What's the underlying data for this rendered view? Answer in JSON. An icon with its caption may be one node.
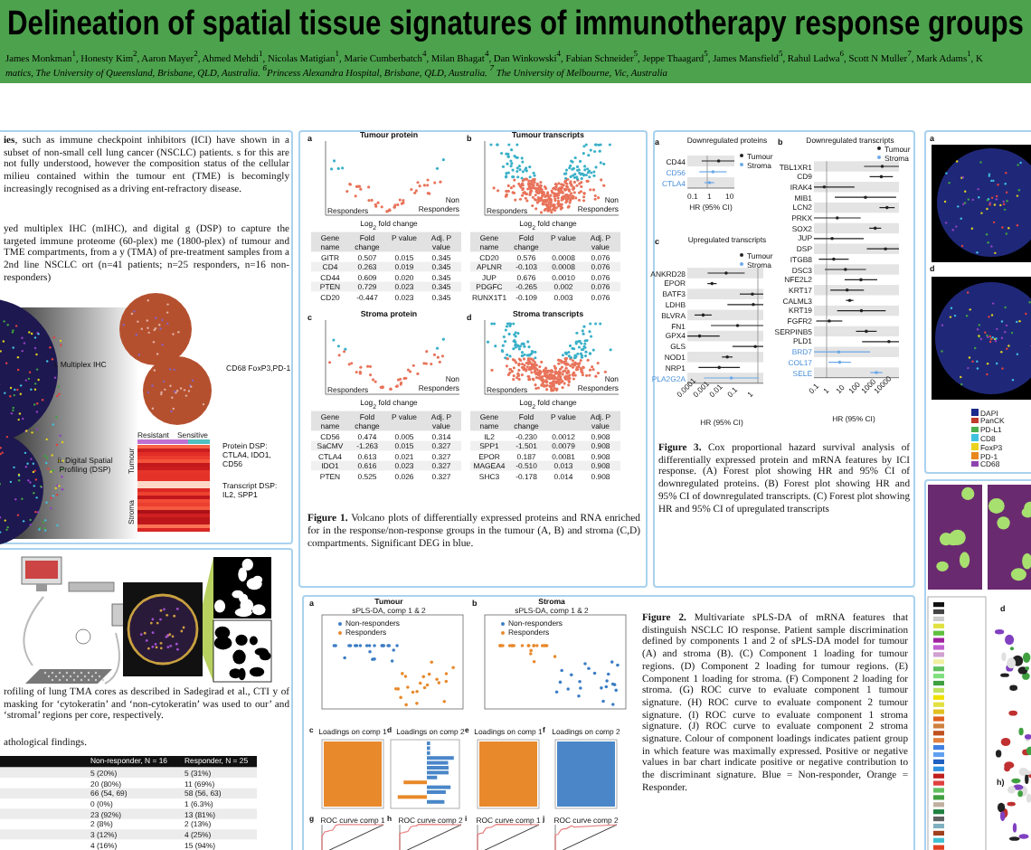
{
  "diagram": {
    "title": "Delineation of spatial tissue signatures of immunotherapy response groups",
    "labels": [
      "James Monkman$^{1}$, Honesty Kim$^{2}$, Aaron Mayer$^{2}$, Ahmed Mehdi$^{1}$, Nicolas Matigian$^{1}$, Marie Cumberbatch$^{4}$, Milan Bhagat$^{4}$, Dan Winkowski$^{4}$, Fabian Schneider$^{5}$, Jeppe Thaagard$^{5}$, James Mansfield$^{5}$, Rahul Ladwa$^{6}$, Scott N Muller$^{7}$, Mark Adams$^{1}$, K",
      "matics, The University of Queensland, Brisbane, QLD, Australia. $^{6}$Princess Alexandra Hospital, Brisbane, QLD, Australia. $^{7}$ The University of Melbourne, Vic, Australia"
    ],
    "nodes": [
      {
        "text": [
          "**ies**, such as immune checkpoint inhibitors (ICI) have shown in a subset of non-small cell lung cancer (NSCLC) patients. s for this are not fully understood, however the composition status of the cellular milieu contained within the tumour ent (TME) is becomingly increasingly recognised as a driving ent-refractory disease.",
          "yed multiplex IHC (mIHC), and digital g (DSP) to capture the targeted immune proteome (60-plex) me (1800-plex) of tumour and TME compartments, from a y (TMA) of pre-treatment samples from a 2nd line NSCLC ort (n=41 patients; n=25 responders, n=16 non-responders)",
          "i. Multiplex IHC",
          "CD68 FoxP3,PD-1",
          "Resistant",
          "Sensitive",
          "ii. Digital Spatial Profiling (DSP)",
          "Protein DSP: CTLA4, IDO1, CD56",
          "Transcript DSP: IL2, SPP1",
          "Tumour",
          "Stroma"
        ]
      },
      {
        "text": [
          "rofiling of lung TMA cores as described in Sadegirad et al., CTI y of masking for ‘cytokeratin’ and ‘non-cytokeratin’ was used to our’ and ‘stromal’ regions per core, respectively.",
          "athological findings.",
          "Non-responder, N = 16",
          "Responder, N = 25",
          "5 (20%)",
          "5 (31%)",
          "20 (80%)",
          "11 (69%)",
          "66 (54, 69)",
          "58 (56, 63)",
          "0 (0%)",
          "1 (6.3%)",
          "23 (92%)",
          "13 (81%)",
          "2 (8%)",
          "2 (13%)",
          "3 (12%)",
          "4 (25%)",
          "4 (16%)",
          "15 (94%)"
        ]
      },
      {
        "text": [
          "a",
          "Tumour protein",
          "Responders",
          "Non Responders",
          "Log$_{2}$ fold change",
          "Gene name",
          "Fold change",
          "P value",
          "Adj. P value",
          "GITR",
          "0.507",
          "0.015",
          "0.345",
          "CD4",
          "0.263",
          "0.019",
          "0.345",
          "CD44",
          "0.609",
          "0.020",
          "0.345",
          "PTEN",
          "0.729",
          "0.023",
          "0.345",
          "CD20",
          "-0.447",
          "0.023",
          "0.345",
          "b",
          "Tumour transcripts",
          "Responders",
          "Non Responders",
          "Log$_{2}$ fold change",
          "Gene name",
          "Fold change",
          "P value",
          "Adj. P value",
          "CD20",
          "0.576",
          "0.0008",
          "0.076",
          "APLNR",
          "-0.103",
          "0.0008",
          "0.076",
          "JUP",
          "0.676",
          "0.0010",
          "0.076",
          "PDGFC",
          "-0.265",
          "0.002",
          "0.076",
          "RUNX1T1",
          "-0.109",
          "0.003",
          "0.076",
          "c",
          "Stroma protein",
          "Responders",
          "Non Responders",
          "Log$_{2}$ fold change",
          "Gene name",
          "Fold change",
          "P value",
          "Adj. P value",
          "CD56",
          "0.474",
          "0.005",
          "0.314",
          "SaCMV",
          "-1.263",
          "0.015",
          "0.327",
          "CTLA4",
          "0.613",
          "0.021",
          "0.327",
          "IDO1",
          "0.616",
          "0.023",
          "0.327",
          "PTEN",
          "0.525",
          "0.026",
          "0.327",
          "d",
          "Stroma transcripts",
          "Responders",
          "Non Responders",
          "Log$_{2}$ fold change",
          "Gene name",
          "Fold change",
          "P value",
          "Adj. P value",
          "IL2",
          "-0.230",
          "0.0012",
          "0.908",
          "SPP1",
          "-1.501",
          "0.0079",
          "0.908",
          "EPOR",
          "0.187",
          "0.0081",
          "0.908",
          "MAGEA4",
          "-0.510",
          "0.013",
          "0.908",
          "SHC3",
          "-0.178",
          "0.014",
          "0.908",
          "**Figure 1.** Volcano plots of differentially expressed proteins and RNA enriched for in the response/non-response groups in the tumour (A, B) and stroma (C,D) compartments. Significant DEG in blue."
        ]
      },
      {
        "text": [
          "a",
          "Downregulated proteins",
          "CD44",
          "CD56",
          "CTLA4",
          "0.1",
          "1",
          "10",
          "HR (95% CI)",
          "b",
          "Downregulated transcripts",
          "TBL1XR1",
          "CD9",
          "IRAK4",
          "MIB1",
          "LCN2",
          "PRKX",
          "SOX2",
          "JUP",
          "DSP",
          "ITGB8",
          "DSC3",
          "NFE2L2",
          "KRT17",
          "CALML3",
          "KRT19",
          "FGFR2",
          "SERPINB5",
          "PLD1",
          "BRD7",
          "COL17",
          "SELE",
          "0.1",
          "1",
          "10",
          "100",
          "1000",
          "10000",
          "HR (95% CI)",
          "c",
          "Upregulated transcripts",
          "ANKRD28",
          "EPOR",
          "BATF3",
          "LDHB",
          "BLVRA",
          "FN1",
          "GPX4",
          "GLS",
          "NOD1",
          "NRP1",
          "PLA2G2A",
          "0.0001",
          "0.001",
          "0.01",
          "0.1",
          "1",
          "HR (95% CI)",
          "**Figure 3.** Cox proportional hazard survival analysis of differentially expressed protein and mRNA features by ICI response. (A) Forest plot showing HR and 95% CI of downregulated proteins. (B) Forest plot showing HR and 95% CI of downregulated transcripts. (C) Forest plot showing HR and 95% CI of upregulated transcripts"
        ]
      },
      {
        "text": [
          "a",
          "Tumour",
          "sPLS-DA, comp 1 & 2",
          "b",
          "Stroma",
          "sPLS-DA, comp 1 & 2",
          "c",
          "Loadings on comp 1",
          "d",
          "Loadings on comp 2",
          "e",
          "Loadings on comp 1",
          "f",
          "Loadings on comp 2",
          "g",
          "ROC curve comp 1",
          "h",
          "ROC curve comp 2",
          "i",
          "ROC curve comp 1",
          "j",
          "ROC curve comp 2",
          "**Figure 2.** Multivariate sPLS-DA of mRNA features that distinguish NSCLC IO response. Patient sample discrimination defined by components 1 and 2 of sPLS-DA model for tumour (A) and stroma (B). (C) Component 1 loading for tumour regions. (D) Component 2 loading for tumour regions. (E) Component 1 loading for stroma. (F) Component 2 loading for stroma. (G) ROC curve to evaluate component 1 tumour signature. (H) ROC curve to evaluate component 2 tumour signature. (I) ROC curve to evaluate component 1 stroma signature. (J) ROC curve to evaluate component 2 stroma signature. Colour of component loadings indicates patient group in which feature was maximally expressed. Positive or negative values in bar chart indicate positive or negative contribution to the discriminant signature. Blue = Non-responder, Orange = Responder."
        ]
      },
      {
        "text": [
          "a",
          "d"
        ]
      },
      {
        "text": [
          "d",
          "h)"
        ]
      }
    ],
    "legend": [
      {
        "text": "Tumour"
      },
      {
        "text": "Stroma"
      },
      {
        "text": "Tumour"
      },
      {
        "text": "Stroma"
      },
      {
        "text": "Tumour"
      },
      {
        "text": "Stroma"
      },
      {
        "text": "Non-responders"
      },
      {
        "text": "Responders"
      },
      {
        "text": "Non-responders"
      },
      {
        "text": "Responders"
      },
      {
        "text": "DAPI",
        "color": "#1b2a8c"
      },
      {
        "text": "PanCK",
        "color": "#c0392b"
      },
      {
        "text": "PD-L1",
        "color": "#4caf50"
      },
      {
        "text": "CD8",
        "color": "#3fc1e0"
      },
      {
        "text": "FoxP3",
        "color": "#e8d21d"
      },
      {
        "text": "PD-1",
        "color": "#e8871e"
      },
      {
        "text": "CD68",
        "color": "#8e44ad"
      }
    ]
  }
}
